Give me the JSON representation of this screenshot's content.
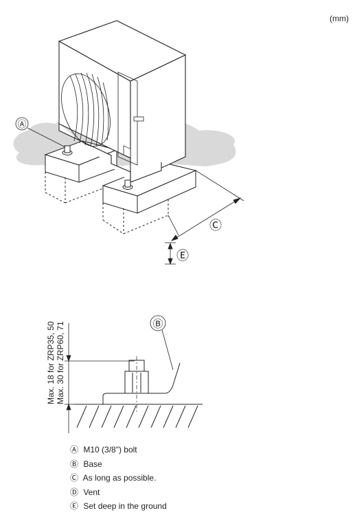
{
  "unit_label": "(mm)",
  "callouts": {
    "A": "Ⓐ",
    "B": "Ⓑ",
    "C": "Ⓒ",
    "E": "Ⓔ"
  },
  "bolt_dimension": {
    "line1": "Max. 18 for ZRP35, 50",
    "line2": "Max. 30 for ZRP60, 71"
  },
  "legend": [
    {
      "symbol": "Ⓐ",
      "text": "M10 (3/8\") bolt"
    },
    {
      "symbol": "Ⓑ",
      "text": "Base"
    },
    {
      "symbol": "Ⓒ",
      "text": "As long as possible."
    },
    {
      "symbol": "Ⓓ",
      "text": "Vent"
    },
    {
      "symbol": "Ⓔ",
      "text": "Set deep in the ground"
    }
  ],
  "colors": {
    "ground_shadow": "#d9d9d9",
    "unit_body": "#ffffff",
    "line": "#222222"
  }
}
